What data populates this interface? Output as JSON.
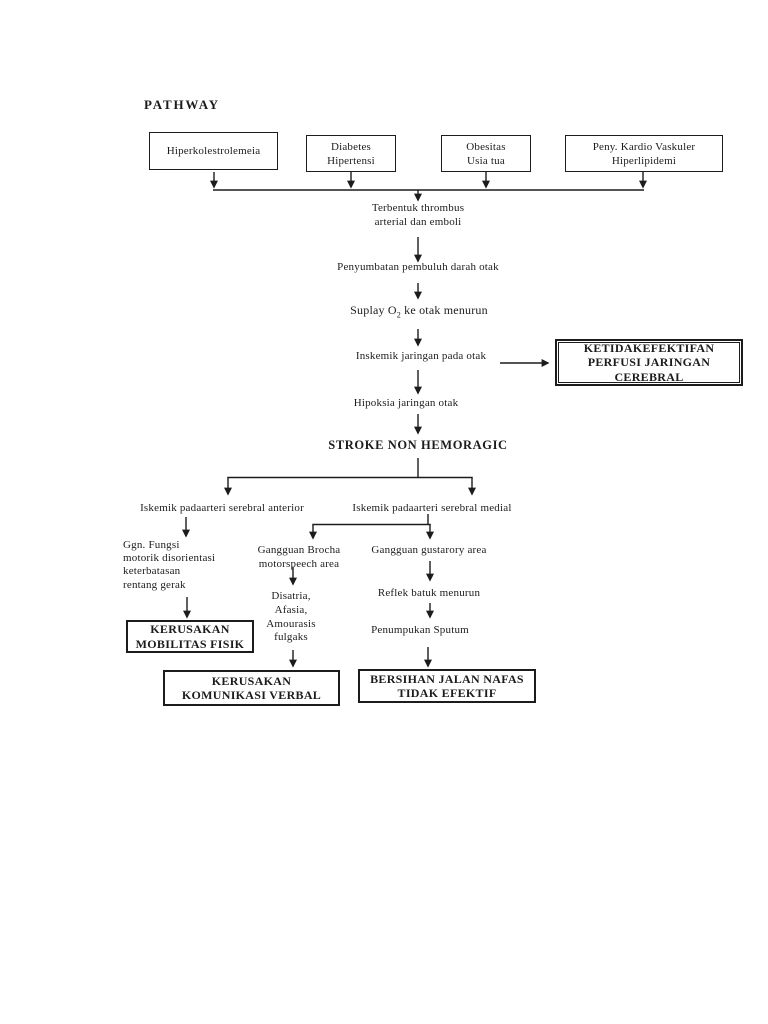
{
  "title": "PATHWAY",
  "colors": {
    "ink": "#1c1c1c",
    "page_bg": "#ffffff"
  },
  "risk_boxes": [
    {
      "label": "Hiperkolestrolemeia"
    },
    {
      "label": "Diabetes\nHipertensi"
    },
    {
      "label": "Obesitas\nUsia tua"
    },
    {
      "label": "Peny. Kardio Vaskuler\nHiperlipidemi"
    }
  ],
  "flow": {
    "thrombus": "Terbentuk thrombus\narterial dan emboli",
    "penyumbatan": "Penyumbatan pembuluh darah otak",
    "suplay": {
      "prefix": "Suplay O",
      "subscript": "2",
      "suffix": " ke otak menurun"
    },
    "iskemik_jaringan": "Inskemik jaringan pada otak",
    "hipoksia": "Hipoksia jaringan otak",
    "stroke_title": "STROKE NON HEMORAGIC",
    "anterior": "Iskemik padaarteri serebral anterior",
    "medial": "Iskemik padaarteri serebral medial",
    "ggn_fungsi": "Ggn. Fungsi\nmotorik disorientasi\n keterbatasan\nrentang gerak",
    "brocha": "Gangguan Brocha\nmotorspeech area",
    "gustatory": "Gangguan gustarory area",
    "disatria": "Disatria,\nAfasia,\nAmourasis\nfulgaks",
    "reflek": "Reflek batuk menurun",
    "penumpukan": "Penumpukan Sputum"
  },
  "diagnoses": {
    "perfusi": "KETIDAKEFEKTIFAN\nPERFUSI JARINGAN\nCEREBRAL",
    "mobilitas": "KERUSAKAN\nMOBILITAS FISIK",
    "komunikasi": "KERUSAKAN\nKOMUNIKASI VERBAL",
    "nafas": "BERSIHAN JALAN NAFAS\nTIDAK EFEKTIF"
  }
}
